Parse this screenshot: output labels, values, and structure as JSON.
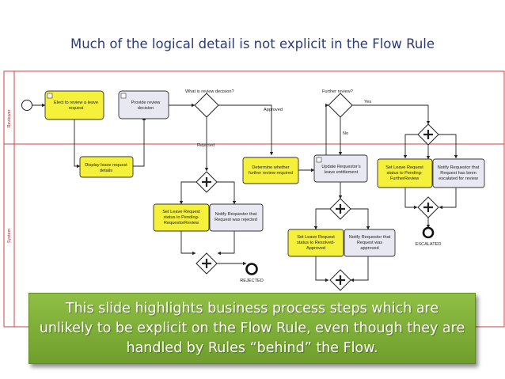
{
  "slide": {
    "title": "Much of the logical detail is not explicit in the Flow Rule",
    "callout": "This slide highlights business process steps which are unlikely to be explicit on the Flow Rule, even though they are handled by Rules “behind” the Flow."
  },
  "lanes": {
    "reviewer": "Reviewer",
    "system": "System"
  },
  "tasks": {
    "review_leave_request": [
      "Elect to review a leave",
      "request"
    ],
    "provide_review_decision": [
      "Provide review",
      "decision"
    ],
    "display_leave_request": [
      "Display leave request",
      "details"
    ],
    "determine_further_review": [
      "Determine whether",
      "further review required"
    ],
    "update_entitlement": [
      "Update Requestor's",
      "leave entitlement"
    ],
    "set_rejected_status": [
      "Set Leave Request",
      "status to Pending-",
      "RequestorReview"
    ],
    "notify_rejected": [
      "Notify Requestor that",
      "Request was rejected"
    ],
    "set_approved_status": [
      "Set Leave Request",
      "status to Resolved-",
      "Approved"
    ],
    "notify_approved": [
      "Notify Requestor that",
      "Request was",
      "approved"
    ],
    "set_further_review_status": [
      "Set Leave Request",
      "status to Pending-",
      "FurtherReview"
    ],
    "notify_escalated": [
      "Notify Requestor that",
      "Request has been",
      "escalated for review"
    ]
  },
  "gateways": {
    "review_decision": "What is review decision?",
    "further_review": "Further review?"
  },
  "flow_labels": {
    "approved": "Approved",
    "rejected": "Rejected",
    "yes": "Yes",
    "no": "No"
  },
  "end_events": {
    "rejected": "REJECTED",
    "escalated": "ESCALATED"
  },
  "colors": {
    "task_yellow": "#f5f03a",
    "task_grey": "#e8e8f2",
    "task_border": "#333333",
    "lane_border": "#d04040",
    "callout_green": "#7aab34"
  }
}
